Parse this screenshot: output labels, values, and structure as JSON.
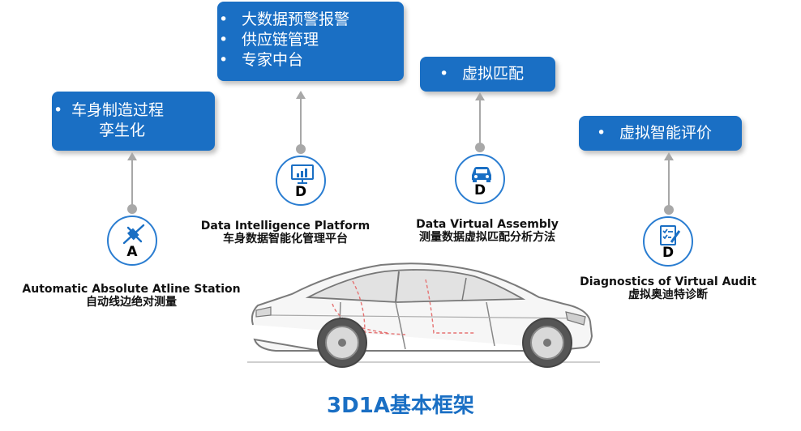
{
  "boxes": {
    "body": {
      "line1": "车身制造过程",
      "line2": "孪生化"
    },
    "platform": {
      "items": [
        "大数据预警报警",
        "供应链管理",
        "专家中台"
      ]
    },
    "assembly": {
      "items": [
        "虚拟匹配"
      ]
    },
    "audit": {
      "items": [
        "虚拟智能评价"
      ]
    }
  },
  "nodes": {
    "station": {
      "letter": "A",
      "en": "Automatic Absolute Atline Station",
      "cn": "自动线边绝对测量",
      "icon": "satellite-icon"
    },
    "platform": {
      "letter": "D",
      "en": "Data Intelligence Platform",
      "cn": "车身数据智能化管理平台",
      "icon": "monitor-chart-icon"
    },
    "assembly": {
      "letter": "D",
      "en": "Data Virtual Assembly",
      "cn": "测量数据虚拟匹配分析方法",
      "icon": "car-icon"
    },
    "audit": {
      "letter": "D",
      "en": "Diagnostics of Virtual Audit",
      "cn": "虚拟奥迪特诊断",
      "icon": "checklist-icon"
    }
  },
  "title": "3D1A基本框架",
  "colors": {
    "accent": "#1a6fc4",
    "connector": "#a8a8a8"
  }
}
